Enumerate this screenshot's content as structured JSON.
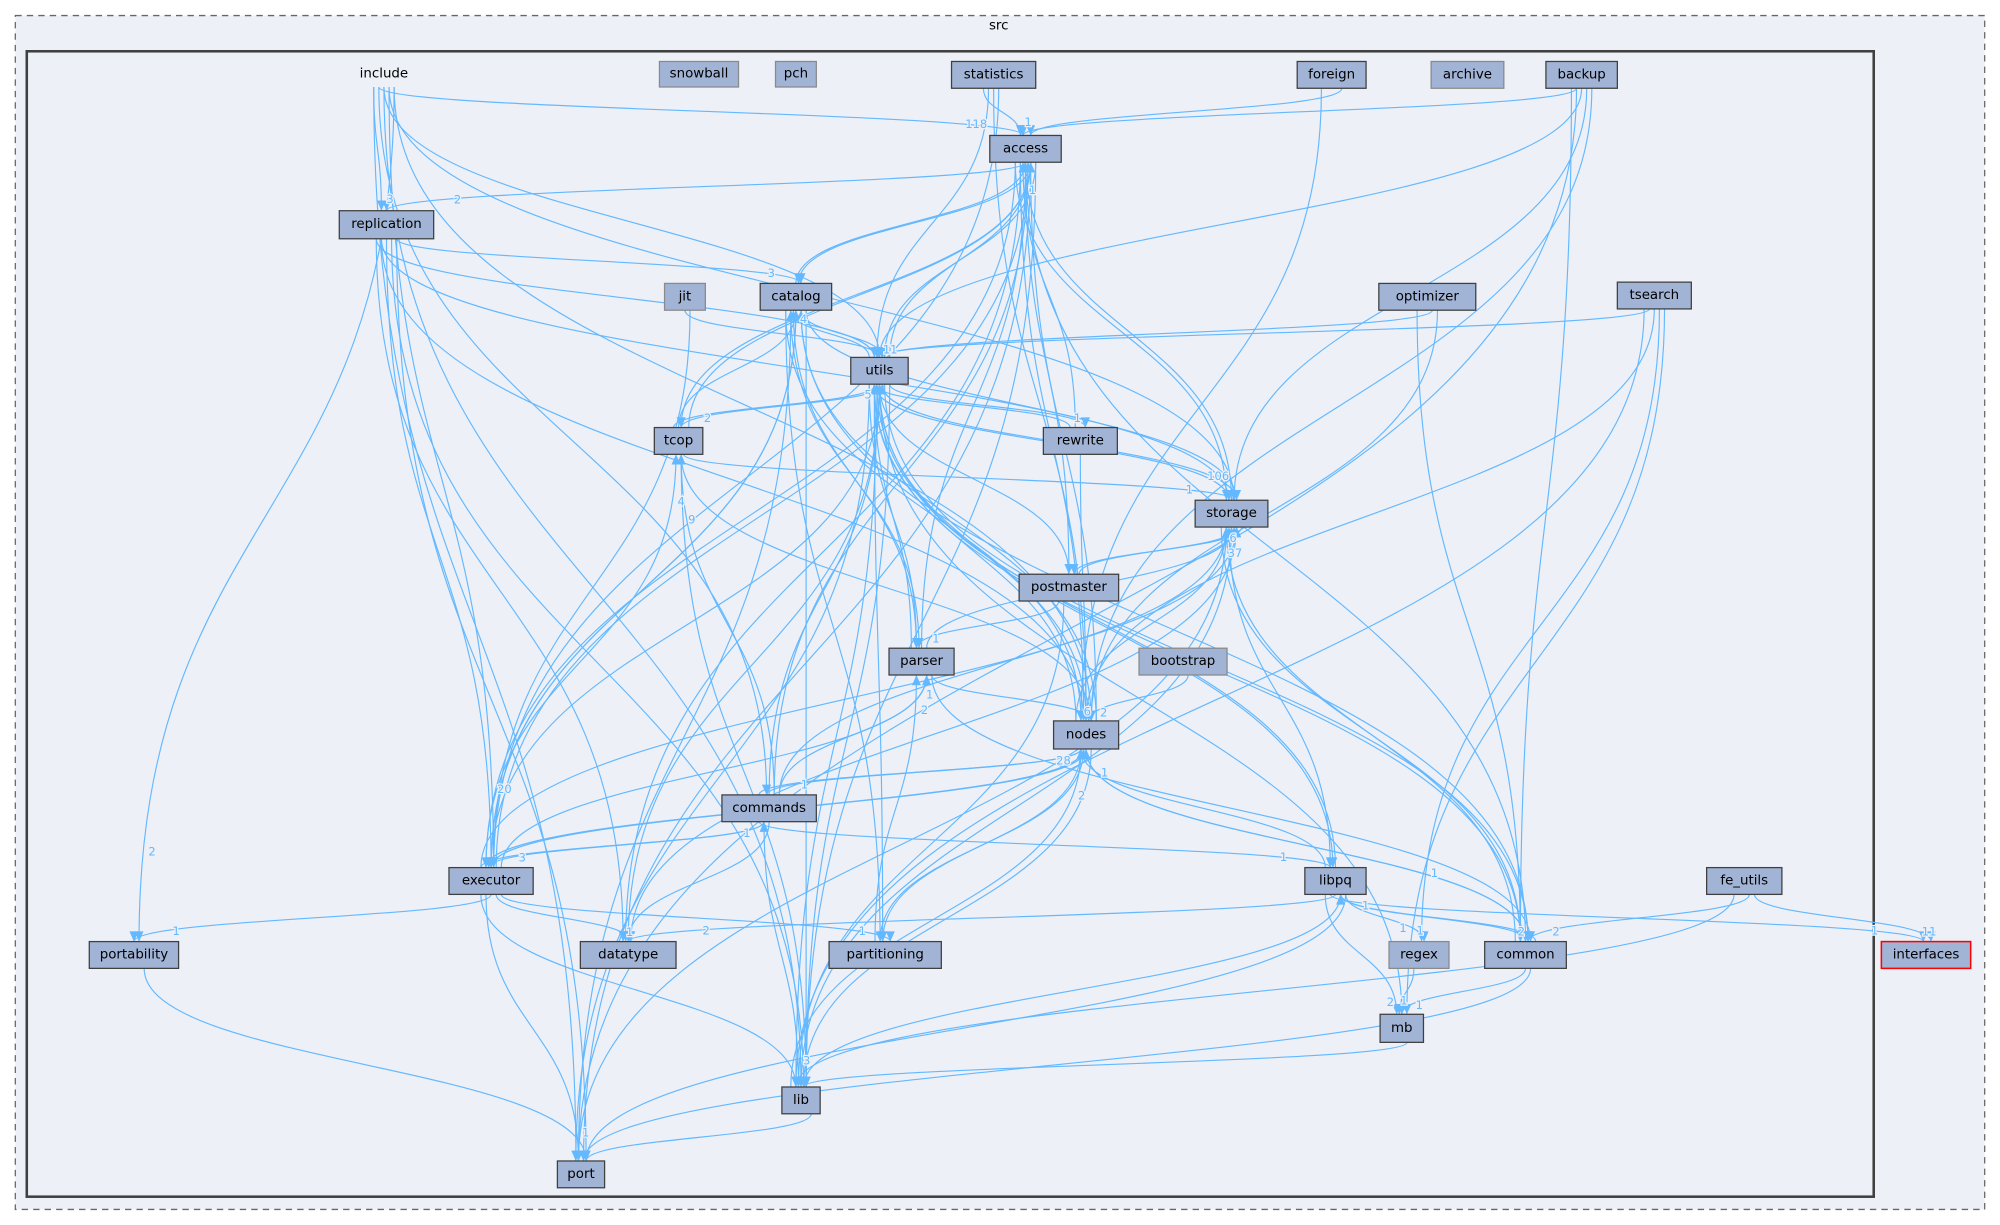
{
  "graph": {
    "outer_cluster_label": "src",
    "colors": {
      "edge": "#63b8ff",
      "node_fill": "#a2b4d6",
      "background": "#edf0f7",
      "highlight_border": "#ff0000"
    },
    "nodes": [
      {
        "id": "include",
        "label": "include"
      },
      {
        "id": "snowball",
        "label": "snowball"
      },
      {
        "id": "pch",
        "label": "pch"
      },
      {
        "id": "statistics",
        "label": "statistics"
      },
      {
        "id": "foreign",
        "label": "foreign"
      },
      {
        "id": "archive",
        "label": "archive"
      },
      {
        "id": "backup",
        "label": "backup"
      },
      {
        "id": "access",
        "label": "access"
      },
      {
        "id": "replication",
        "label": "replication"
      },
      {
        "id": "catalog",
        "label": "catalog"
      },
      {
        "id": "jit",
        "label": "jit"
      },
      {
        "id": "utils",
        "label": "utils"
      },
      {
        "id": "optimizer",
        "label": "optimizer"
      },
      {
        "id": "tsearch",
        "label": "tsearch"
      },
      {
        "id": "tcop",
        "label": "tcop"
      },
      {
        "id": "rewrite",
        "label": "rewrite"
      },
      {
        "id": "storage",
        "label": "storage"
      },
      {
        "id": "postmaster",
        "label": "postmaster"
      },
      {
        "id": "bootstrap",
        "label": "bootstrap"
      },
      {
        "id": "parser",
        "label": "parser"
      },
      {
        "id": "nodes",
        "label": "nodes"
      },
      {
        "id": "commands",
        "label": "commands"
      },
      {
        "id": "executor",
        "label": "executor"
      },
      {
        "id": "libpq",
        "label": "libpq"
      },
      {
        "id": "fe_utils",
        "label": "fe_utils"
      },
      {
        "id": "portability",
        "label": "portability"
      },
      {
        "id": "datatype",
        "label": "datatype"
      },
      {
        "id": "partitioning",
        "label": "partitioning"
      },
      {
        "id": "regex",
        "label": "regex"
      },
      {
        "id": "common",
        "label": "common"
      },
      {
        "id": "interfaces",
        "label": "interfaces"
      },
      {
        "id": "mb",
        "label": "mb"
      },
      {
        "id": "lib",
        "label": "lib"
      },
      {
        "id": "port",
        "label": "port"
      }
    ],
    "edges": [
      {
        "from": "include",
        "to": "replication",
        "label": "3"
      },
      {
        "from": "include",
        "to": "access",
        "label": "118"
      },
      {
        "from": "include",
        "to": "utils",
        "label": ""
      },
      {
        "from": "include",
        "to": "executor",
        "label": "20"
      },
      {
        "from": "include",
        "to": "portability",
        "label": "2"
      },
      {
        "from": "include",
        "to": "port",
        "label": ""
      },
      {
        "from": "include",
        "to": "commands",
        "label": ""
      },
      {
        "from": "include",
        "to": "lib",
        "label": ""
      },
      {
        "from": "include",
        "to": "storage",
        "label": ""
      },
      {
        "from": "include",
        "to": "nodes",
        "label": ""
      },
      {
        "from": "statistics",
        "to": "access",
        "label": "1"
      },
      {
        "from": "statistics",
        "to": "utils",
        "label": ""
      },
      {
        "from": "statistics",
        "to": "nodes",
        "label": ""
      },
      {
        "from": "statistics",
        "to": "executor",
        "label": ""
      },
      {
        "from": "foreign",
        "to": "access",
        "label": ""
      },
      {
        "from": "foreign",
        "to": "nodes",
        "label": ""
      },
      {
        "from": "backup",
        "to": "access",
        "label": ""
      },
      {
        "from": "backup",
        "to": "utils",
        "label": ""
      },
      {
        "from": "backup",
        "to": "storage",
        "label": ""
      },
      {
        "from": "backup",
        "to": "nodes",
        "label": ""
      },
      {
        "from": "backup",
        "to": "common",
        "label": ""
      },
      {
        "from": "backup",
        "to": "port",
        "label": ""
      },
      {
        "from": "access",
        "to": "replication",
        "label": "2"
      },
      {
        "from": "access",
        "to": "catalog",
        "label": ""
      },
      {
        "from": "access",
        "to": "utils",
        "label": ""
      },
      {
        "from": "access",
        "to": "storage",
        "label": ""
      },
      {
        "from": "access",
        "to": "nodes",
        "label": ""
      },
      {
        "from": "access",
        "to": "common",
        "label": ""
      },
      {
        "from": "access",
        "to": "port",
        "label": ""
      },
      {
        "from": "access",
        "to": "lib",
        "label": ""
      },
      {
        "from": "access",
        "to": "executor",
        "label": ""
      },
      {
        "from": "access",
        "to": "datatype",
        "label": ""
      },
      {
        "from": "access",
        "to": "postmaster",
        "label": ""
      },
      {
        "from": "access",
        "to": "tcop",
        "label": ""
      },
      {
        "from": "replication",
        "to": "catalog",
        "label": "3"
      },
      {
        "from": "replication",
        "to": "utils",
        "label": ""
      },
      {
        "from": "replication",
        "to": "storage",
        "label": ""
      },
      {
        "from": "replication",
        "to": "executor",
        "label": ""
      },
      {
        "from": "replication",
        "to": "lib",
        "label": ""
      },
      {
        "from": "replication",
        "to": "port",
        "label": ""
      },
      {
        "from": "replication",
        "to": "datatype",
        "label": ""
      },
      {
        "from": "replication",
        "to": "nodes",
        "label": ""
      },
      {
        "from": "catalog",
        "to": "access",
        "label": ""
      },
      {
        "from": "catalog",
        "to": "utils",
        "label": "11"
      },
      {
        "from": "catalog",
        "to": "storage",
        "label": ""
      },
      {
        "from": "catalog",
        "to": "nodes",
        "label": ""
      },
      {
        "from": "catalog",
        "to": "parser",
        "label": ""
      },
      {
        "from": "catalog",
        "to": "executor",
        "label": ""
      },
      {
        "from": "catalog",
        "to": "common",
        "label": ""
      },
      {
        "from": "catalog",
        "to": "lib",
        "label": ""
      },
      {
        "from": "catalog",
        "to": "partitioning",
        "label": ""
      },
      {
        "from": "catalog",
        "to": "port",
        "label": ""
      },
      {
        "from": "jit",
        "to": "utils",
        "label": ""
      },
      {
        "from": "jit",
        "to": "executor",
        "label": ""
      },
      {
        "from": "utils",
        "to": "access",
        "label": ""
      },
      {
        "from": "utils",
        "to": "catalog",
        "label": "4"
      },
      {
        "from": "utils",
        "to": "storage",
        "label": "106"
      },
      {
        "from": "utils",
        "to": "nodes",
        "label": ""
      },
      {
        "from": "utils",
        "to": "tcop",
        "label": "2"
      },
      {
        "from": "utils",
        "to": "rewrite",
        "label": "1"
      },
      {
        "from": "utils",
        "to": "parser",
        "label": ""
      },
      {
        "from": "utils",
        "to": "partitioning",
        "label": ""
      },
      {
        "from": "utils",
        "to": "datatype",
        "label": ""
      },
      {
        "from": "utils",
        "to": "common",
        "label": ""
      },
      {
        "from": "utils",
        "to": "lib",
        "label": ""
      },
      {
        "from": "utils",
        "to": "port",
        "label": ""
      },
      {
        "from": "utils",
        "to": "libpq",
        "label": ""
      },
      {
        "from": "utils",
        "to": "mb",
        "label": ""
      },
      {
        "from": "optimizer",
        "to": "utils",
        "label": ""
      },
      {
        "from": "optimizer",
        "to": "nodes",
        "label": ""
      },
      {
        "from": "optimizer",
        "to": "common",
        "label": ""
      },
      {
        "from": "tsearch",
        "to": "utils",
        "label": ""
      },
      {
        "from": "tsearch",
        "to": "nodes",
        "label": ""
      },
      {
        "from": "tsearch",
        "to": "regex",
        "label": "1"
      },
      {
        "from": "tsearch",
        "to": "mb",
        "label": "1"
      },
      {
        "from": "tsearch",
        "to": "lib",
        "label": ""
      },
      {
        "from": "tcop",
        "to": "utils",
        "label": "5"
      },
      {
        "from": "tcop",
        "to": "catalog",
        "label": ""
      },
      {
        "from": "tcop",
        "to": "storage",
        "label": "1"
      },
      {
        "from": "tcop",
        "to": "access",
        "label": ""
      },
      {
        "from": "rewrite",
        "to": "utils",
        "label": ""
      },
      {
        "from": "rewrite",
        "to": "access",
        "label": "1"
      },
      {
        "from": "rewrite",
        "to": "nodes",
        "label": ""
      },
      {
        "from": "storage",
        "to": "utils",
        "label": ""
      },
      {
        "from": "storage",
        "to": "postmaster",
        "label": ""
      },
      {
        "from": "storage",
        "to": "common",
        "label": ""
      },
      {
        "from": "storage",
        "to": "port",
        "label": ""
      },
      {
        "from": "storage",
        "to": "access",
        "label": ""
      },
      {
        "from": "storage",
        "to": "datatype",
        "label": ""
      },
      {
        "from": "postmaster",
        "to": "storage",
        "label": "6"
      },
      {
        "from": "postmaster",
        "to": "parser",
        "label": "1"
      },
      {
        "from": "postmaster",
        "to": "lib",
        "label": ""
      },
      {
        "from": "postmaster",
        "to": "utils",
        "label": ""
      },
      {
        "from": "bootstrap",
        "to": "nodes",
        "label": "2"
      },
      {
        "from": "parser",
        "to": "nodes",
        "label": "6"
      },
      {
        "from": "parser",
        "to": "utils",
        "label": ""
      },
      {
        "from": "parser",
        "to": "catalog",
        "label": ""
      },
      {
        "from": "parser",
        "to": "access",
        "label": ""
      },
      {
        "from": "parser",
        "to": "storage",
        "label": ""
      },
      {
        "from": "parser",
        "to": "common",
        "label": ""
      },
      {
        "from": "nodes",
        "to": "utils",
        "label": ""
      },
      {
        "from": "nodes",
        "to": "commands",
        "label": "1"
      },
      {
        "from": "nodes",
        "to": "executor",
        "label": ""
      },
      {
        "from": "nodes",
        "to": "lib",
        "label": ""
      },
      {
        "from": "nodes",
        "to": "access",
        "label": ""
      },
      {
        "from": "nodes",
        "to": "storage",
        "label": "37"
      },
      {
        "from": "nodes",
        "to": "partitioning",
        "label": ""
      },
      {
        "from": "nodes",
        "to": "common",
        "label": ""
      },
      {
        "from": "nodes",
        "to": "tcop",
        "label": ""
      },
      {
        "from": "nodes",
        "to": "catalog",
        "label": ""
      },
      {
        "from": "commands",
        "to": "nodes",
        "label": "28"
      },
      {
        "from": "commands",
        "to": "executor",
        "label": "3"
      },
      {
        "from": "commands",
        "to": "utils",
        "label": ""
      },
      {
        "from": "commands",
        "to": "access",
        "label": ""
      },
      {
        "from": "commands",
        "to": "parser",
        "label": "1"
      },
      {
        "from": "commands",
        "to": "libpq",
        "label": "1"
      },
      {
        "from": "commands",
        "to": "lib",
        "label": "3"
      },
      {
        "from": "commands",
        "to": "datatype",
        "label": ""
      },
      {
        "from": "commands",
        "to": "tcop",
        "label": ""
      },
      {
        "from": "commands",
        "to": "storage",
        "label": ""
      },
      {
        "from": "executor",
        "to": "commands",
        "label": "1"
      },
      {
        "from": "executor",
        "to": "nodes",
        "label": ""
      },
      {
        "from": "executor",
        "to": "utils",
        "label": ""
      },
      {
        "from": "executor",
        "to": "access",
        "label": ""
      },
      {
        "from": "executor",
        "to": "parser",
        "label": ""
      },
      {
        "from": "executor",
        "to": "storage",
        "label": ""
      },
      {
        "from": "executor",
        "to": "tcop",
        "label": "4"
      },
      {
        "from": "executor",
        "to": "catalog",
        "label": ""
      },
      {
        "from": "executor",
        "to": "datatype",
        "label": "1"
      },
      {
        "from": "executor",
        "to": "partitioning",
        "label": "1"
      },
      {
        "from": "executor",
        "to": "lib",
        "label": ""
      },
      {
        "from": "executor",
        "to": "port",
        "label": "1"
      },
      {
        "from": "executor",
        "to": "portability",
        "label": "1"
      },
      {
        "from": "libpq",
        "to": "common",
        "label": "2"
      },
      {
        "from": "libpq",
        "to": "regex",
        "label": "1"
      },
      {
        "from": "libpq",
        "to": "mb",
        "label": "1"
      },
      {
        "from": "libpq",
        "to": "interfaces",
        "label": "1"
      },
      {
        "from": "libpq",
        "to": "datatype",
        "label": "2"
      },
      {
        "from": "libpq",
        "to": "lib",
        "label": ""
      },
      {
        "from": "libpq",
        "to": "port",
        "label": ""
      },
      {
        "from": "libpq",
        "to": "nodes",
        "label": "1"
      },
      {
        "from": "libpq",
        "to": "storage",
        "label": ""
      },
      {
        "from": "libpq",
        "to": "utils",
        "label": ""
      },
      {
        "from": "fe_utils",
        "to": "common",
        "label": "2"
      },
      {
        "from": "fe_utils",
        "to": "interfaces",
        "label": "11"
      },
      {
        "from": "fe_utils",
        "to": "lib",
        "label": ""
      },
      {
        "from": "regex",
        "to": "mb",
        "label": "2"
      },
      {
        "from": "common",
        "to": "mb",
        "label": "1"
      },
      {
        "from": "common",
        "to": "port",
        "label": ""
      },
      {
        "from": "common",
        "to": "libpq",
        "label": "1"
      },
      {
        "from": "common",
        "to": "storage",
        "label": ""
      },
      {
        "from": "common",
        "to": "utils",
        "label": ""
      },
      {
        "from": "common",
        "to": "nodes",
        "label": ""
      },
      {
        "from": "mb",
        "to": "lib",
        "label": ""
      },
      {
        "from": "lib",
        "to": "port",
        "label": ""
      },
      {
        "from": "lib",
        "to": "nodes",
        "label": "2"
      },
      {
        "from": "lib",
        "to": "utils",
        "label": ""
      },
      {
        "from": "lib",
        "to": "storage",
        "label": ""
      },
      {
        "from": "lib",
        "to": "tcop",
        "label": "9"
      },
      {
        "from": "portability",
        "to": "port",
        "label": ""
      },
      {
        "from": "partitioning",
        "to": "parser",
        "label": "2"
      },
      {
        "from": "partitioning",
        "to": "nodes",
        "label": ""
      }
    ]
  }
}
